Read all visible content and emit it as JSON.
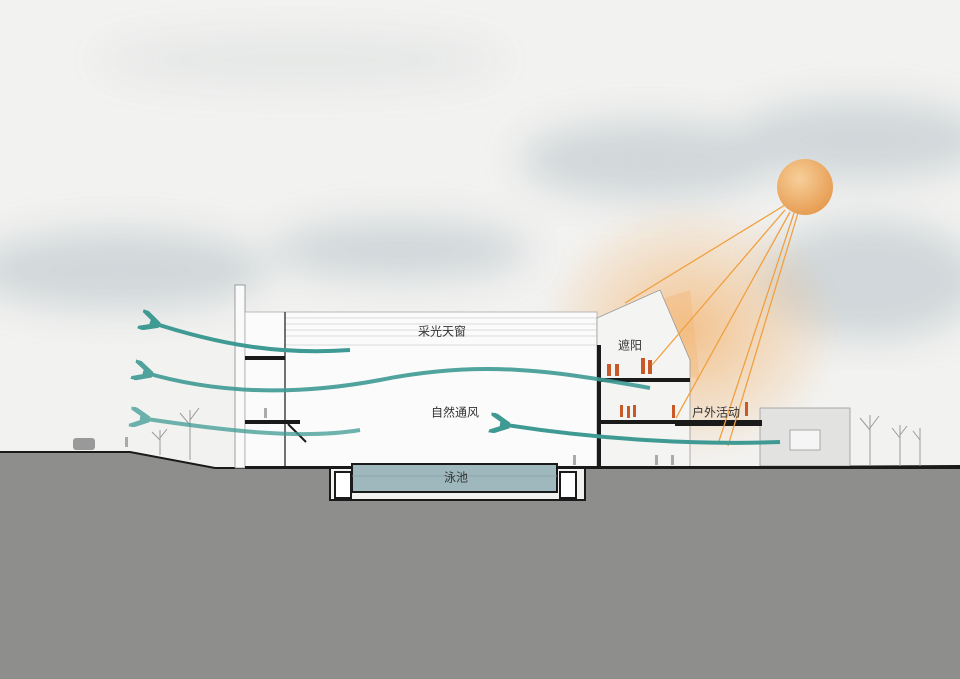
{
  "labels": {
    "skylight": "采光天窗",
    "shading": "遮阳",
    "natural_ventilation": "自然通风",
    "outdoor_activity": "户外活动",
    "pool": "泳池"
  },
  "colors": {
    "sky": "#f2f2f0",
    "cloud": "#c9d2d6",
    "ground": "#8e8e8c",
    "sun": "#eba862",
    "ray": "#f0a040",
    "airflow": "#3f9a94",
    "pool": "#9fb8bd",
    "structure": "#1a1a1a"
  }
}
